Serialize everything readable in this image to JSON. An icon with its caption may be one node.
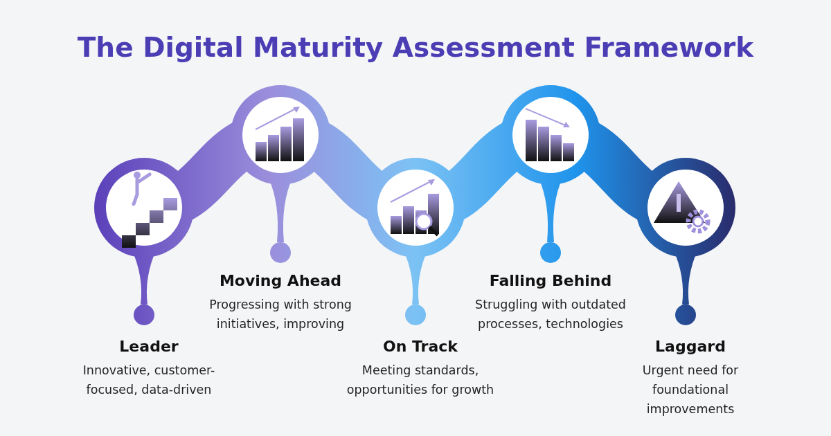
{
  "diagram": {
    "title": "The Digital Maturity Assessment Framework",
    "nodes": [
      {
        "text": [
          "Leader",
          "Innovative, customer-focused, data-driven"
        ]
      },
      {
        "text": [
          "Moving Ahead",
          "Progressing with strong initiatives, improving"
        ]
      },
      {
        "text": [
          "On Track",
          "Meeting standards, opportunities for growth"
        ]
      },
      {
        "text": [
          "Falling Behind",
          "Struggling with outdated processes, technologies"
        ]
      },
      {
        "text": [
          "Laggard",
          "Urgent need for foundational improvements"
        ]
      }
    ]
  }
}
